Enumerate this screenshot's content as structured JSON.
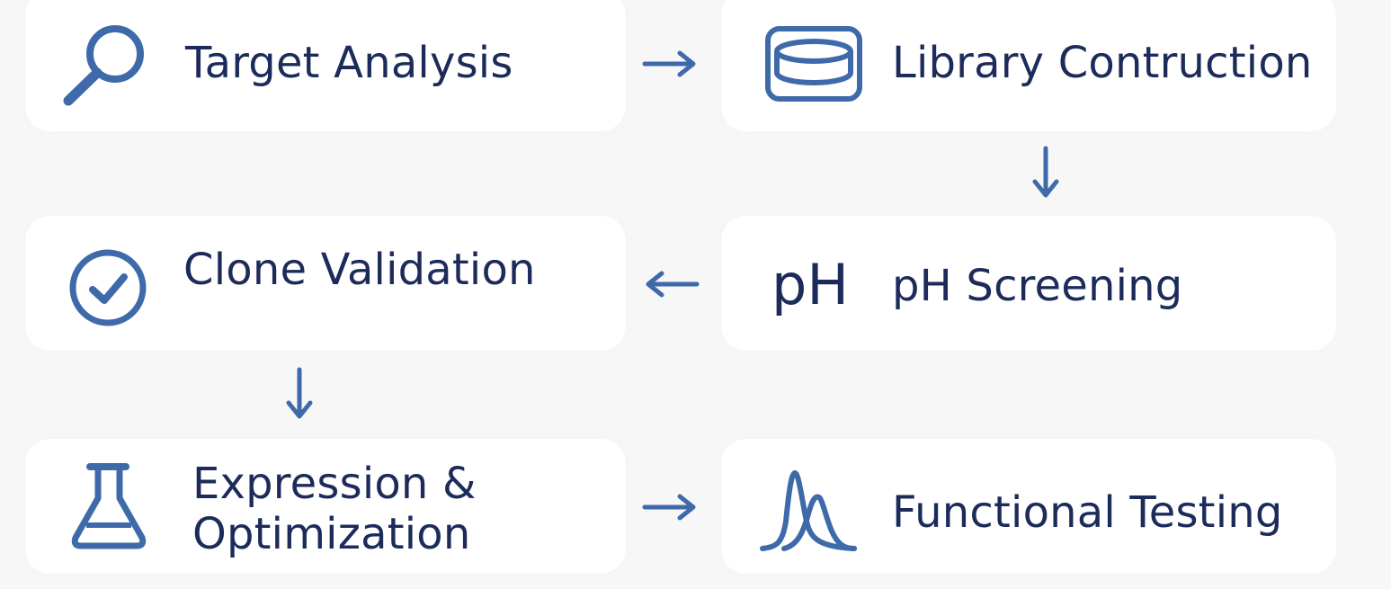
{
  "steps": {
    "target_analysis": {
      "label": "Target Analysis",
      "icon": "search-icon"
    },
    "library_construction": {
      "label": "Library Contruction",
      "icon": "dish-icon"
    },
    "ph_screening": {
      "label": "pH Screening",
      "icon_text": "pH"
    },
    "clone_validation": {
      "label": "Clone Validation",
      "icon": "checkmark-circle-icon"
    },
    "expression_optimization": {
      "label_line1": "Expression &",
      "label_line2": "Optimization",
      "icon": "flask-icon"
    },
    "functional_testing": {
      "label": "Functional Testing",
      "icon": "peaks-icon"
    }
  },
  "colors": {
    "icon": "#3f6aaa",
    "text": "#1c2b5a",
    "card": "#ffffff",
    "background": "#f7f7f8"
  }
}
